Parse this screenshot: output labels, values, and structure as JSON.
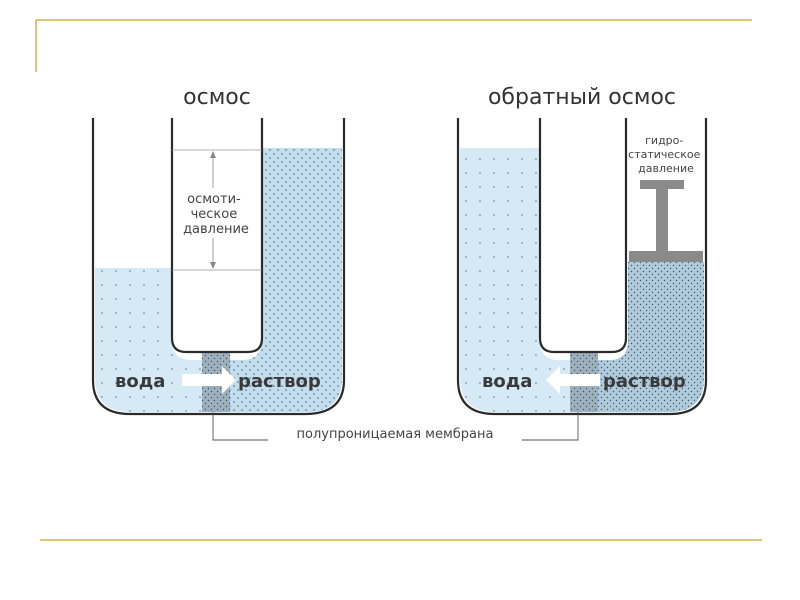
{
  "slide": {
    "accent_color": "#d4b04a",
    "water_color": "#cfe6f4",
    "solution_color": "#b8d9ec",
    "membrane_color": "#9fb0bd",
    "piston_color": "#8a8a8a"
  },
  "osmosis": {
    "title": "осмос",
    "pressure_label_lines": [
      "осмоти-",
      "ческое",
      "давление"
    ],
    "water_label": "вода",
    "solution_label": "раствор"
  },
  "reverse_osmosis": {
    "title": "обратный осмос",
    "pressure_label_lines": [
      "гидро-",
      "статическое",
      "давление"
    ],
    "water_label": "вода",
    "solution_label": "раствор"
  },
  "membrane_caption": "полупроницаемая мембрана"
}
